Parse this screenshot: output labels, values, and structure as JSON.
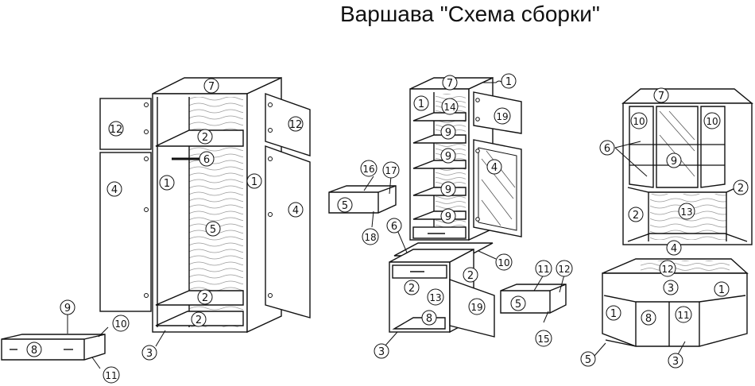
{
  "title": "Варшава \"Схема сборки\"",
  "colors": {
    "line": "#111111",
    "wood": "#9a9a9a",
    "glass": "#555555"
  },
  "callouts": {
    "wardrobe": {
      "p1": "1",
      "p2": "2",
      "p3": "3",
      "p4": "4",
      "p5": "5",
      "p6": "6",
      "p7": "7",
      "p8": "8",
      "p9": "9",
      "p10": "10",
      "p11": "11",
      "p12": "12"
    },
    "cabinet": {
      "p1": "1",
      "p2": "2",
      "p3": "3",
      "p4": "4",
      "p5": "5",
      "p6": "6",
      "p7": "7",
      "p8": "8",
      "p9": "9",
      "p10": "10",
      "p11": "11",
      "p12": "12",
      "p13": "13",
      "p14": "14",
      "p15": "15",
      "p16": "16",
      "p17": "17",
      "p18": "18",
      "p19": "19"
    },
    "corner": {
      "p1": "1",
      "p2": "2",
      "p3": "3",
      "p4": "4",
      "p5": "5",
      "p6": "6",
      "p7": "7",
      "p8": "8",
      "p9": "9",
      "p10": "10",
      "p11": "11",
      "p12": "12",
      "p13": "13"
    }
  }
}
